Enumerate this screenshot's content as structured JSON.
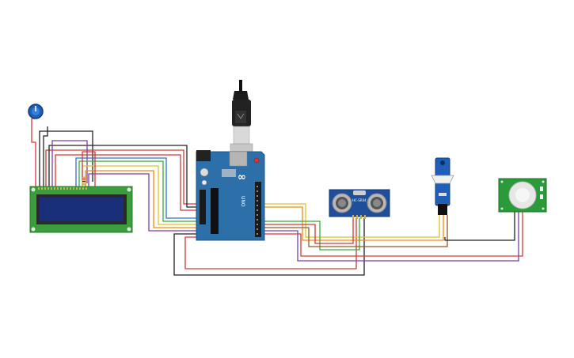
{
  "components": {
    "arduino": {
      "brand_mark": "UNO",
      "logo_text": "∞",
      "icon": "arduino-uno-board"
    },
    "ultrasonic_sensor": {
      "label": "HC-SR04",
      "icon": "ultrasonic-sensor"
    },
    "lcd": {
      "icon": "lcd-16x2-display"
    },
    "potentiometer": {
      "icon": "potentiometer-knob"
    },
    "servo": {
      "icon": "micro-servo"
    },
    "pir_sensor": {
      "icon": "pir-motion-sensor"
    },
    "resistor": {
      "icon": "resistor"
    },
    "usb_cable": {
      "icon": "usb-cable"
    }
  },
  "wire_colors": {
    "red": "#d03a3a",
    "black": "#222222",
    "yellow": "#e2c21d",
    "orange": "#ef8a17",
    "green": "#3aa83a",
    "blue": "#2f6fd6",
    "purple": "#7b3fa8",
    "brown": "#8a5a2b"
  },
  "colors": {
    "board": "#2d6fa8",
    "board_dark": "#1f5586",
    "lcd_pcb": "#3c9d3c",
    "lcd_screen": "#1a2f7a",
    "sensor_pcb": "#1f4f9a",
    "pir_pcb": "#2b9a3a"
  }
}
